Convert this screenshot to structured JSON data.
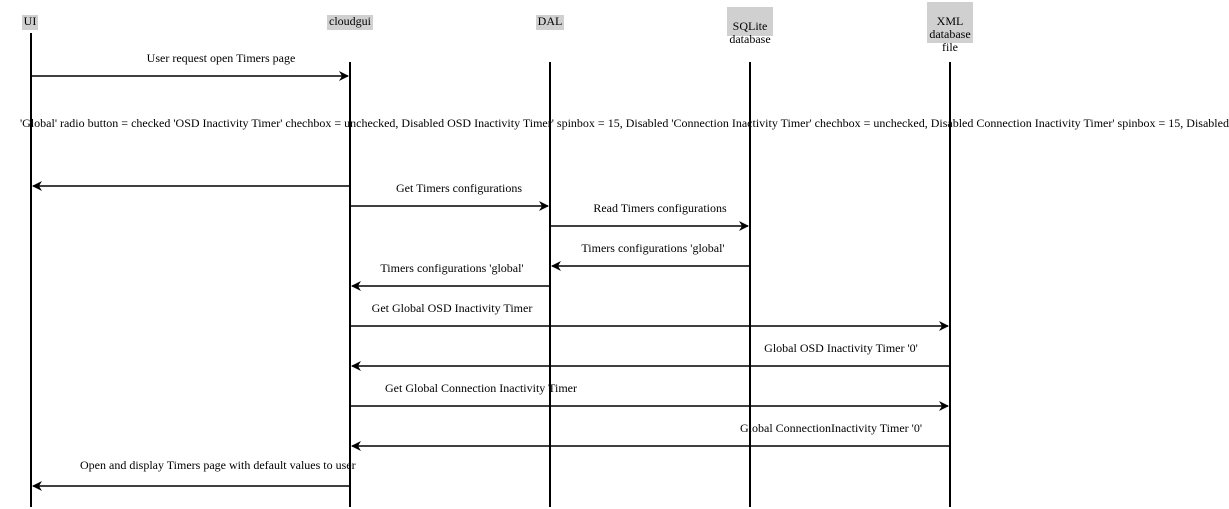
{
  "participants": [
    {
      "id": "ui",
      "label": "UI"
    },
    {
      "id": "cloudgui",
      "label": "cloudgui"
    },
    {
      "id": "dal",
      "label": "DAL"
    },
    {
      "id": "sqlite",
      "label": "SQLite\ndatabase"
    },
    {
      "id": "xml",
      "label": "XML\ndatabase\nfile"
    }
  ],
  "messages": [
    {
      "from": "ui",
      "to": "cloudgui",
      "text": "User request open Timers page"
    },
    {
      "from": "cloudgui",
      "to": "ui",
      "text": "'Global' radio button = checked\n'OSD Inactivity Timer' chechbox = unchecked, Disabled\nOSD Inactivity Timer' spinbox = 15, Disabled\n'Connection Inactivity Timer' chechbox = unchecked, Disabled\nConnection Inactivity Timer' spinbox = 15, Disabled"
    },
    {
      "from": "cloudgui",
      "to": "dal",
      "text": "Get Timers configurations"
    },
    {
      "from": "dal",
      "to": "sqlite",
      "text": "Read Timers configurations"
    },
    {
      "from": "sqlite",
      "to": "dal",
      "text": "Timers configurations 'global'"
    },
    {
      "from": "dal",
      "to": "cloudgui",
      "text": "Timers configurations 'global'"
    },
    {
      "from": "cloudgui",
      "to": "xml",
      "text": "Get Global OSD Inactivity Timer"
    },
    {
      "from": "xml",
      "to": "cloudgui",
      "text": "Global OSD Inactivity Timer '0'"
    },
    {
      "from": "cloudgui",
      "to": "xml",
      "text": "Get Global Connection Inactivity Timer"
    },
    {
      "from": "xml",
      "to": "cloudgui",
      "text": "Global ConnectionInactivity Timer '0'"
    },
    {
      "from": "cloudgui",
      "to": "ui",
      "text": "Open and display\nTimers page with default values to user"
    }
  ]
}
